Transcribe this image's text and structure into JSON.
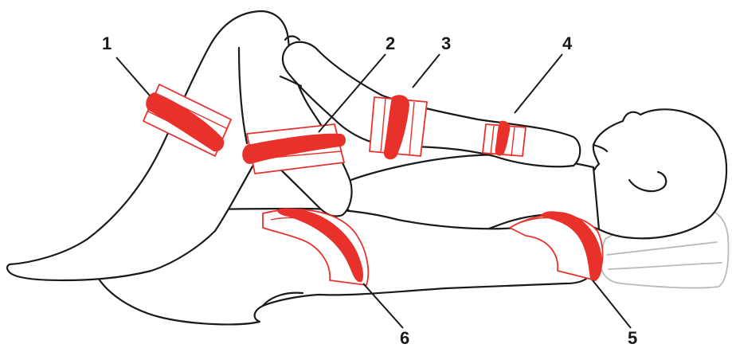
{
  "colors": {
    "strap": "#e8312b",
    "outline": "#1a1a1a",
    "pillow": "#b9b9b9",
    "background": "#ffffff"
  },
  "markers": [
    {
      "id": "1",
      "label": "1"
    },
    {
      "id": "2",
      "label": "2"
    },
    {
      "id": "3",
      "label": "3"
    },
    {
      "id": "4",
      "label": "4"
    },
    {
      "id": "5",
      "label": "5"
    },
    {
      "id": "6",
      "label": "6"
    }
  ]
}
